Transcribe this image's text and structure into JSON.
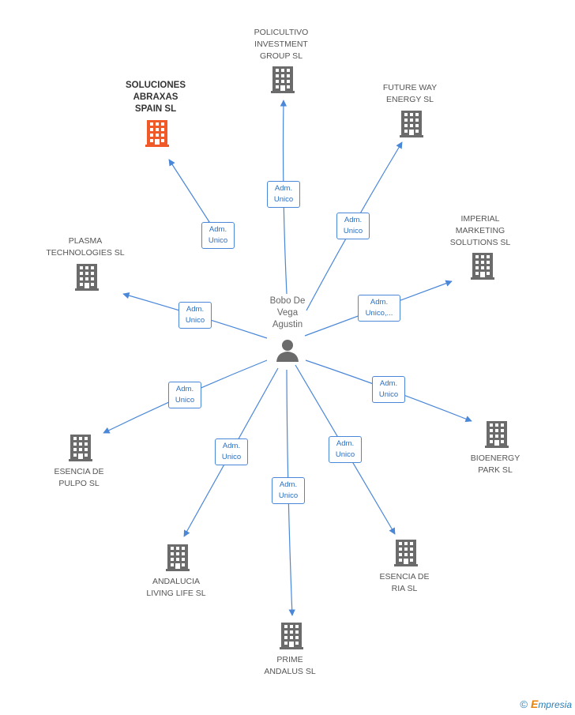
{
  "center": {
    "name": "Bobo De\nVega\nAgustin",
    "icon": "person-icon"
  },
  "colors": {
    "building": "#6b6b6b",
    "highlight": "#f05a28",
    "edge": "#4a87d8"
  },
  "companies": [
    {
      "id": "soluciones",
      "name": "SOLUCIONES\nABRAXAS\nSPAIN SL",
      "highlight": true,
      "role": "Adm.\nUnico"
    },
    {
      "id": "policultivo",
      "name": "POLICULTIVO\nINVESTMENT\nGROUP SL",
      "highlight": false,
      "role": "Adm.\nUnico"
    },
    {
      "id": "futureway",
      "name": "FUTURE WAY\nENERGY SL",
      "highlight": false,
      "role": "Adm.\nUnico"
    },
    {
      "id": "imperial",
      "name": "IMPERIAL\nMARKETING\nSOLUTIONS SL",
      "highlight": false,
      "role": "Adm.\nUnico,..."
    },
    {
      "id": "plasma",
      "name": "PLASMA\nTECHNOLOGIES SL",
      "highlight": false,
      "role": "Adm.\nUnico"
    },
    {
      "id": "bioenergy",
      "name": "BIOENERGY\nPARK SL",
      "highlight": false,
      "role": "Adm.\nUnico"
    },
    {
      "id": "pulpo",
      "name": "ESENCIA DE\nPULPO SL",
      "highlight": false,
      "role": "Adm.\nUnico"
    },
    {
      "id": "ria",
      "name": "ESENCIA DE\nRIA SL",
      "highlight": false,
      "role": "Adm.\nUnico"
    },
    {
      "id": "andalucia",
      "name": "ANDALUCIA\nLIVING LIFE SL",
      "highlight": false,
      "role": "Adm.\nUnico"
    },
    {
      "id": "prime",
      "name": "PRIME\nANDALUS SL",
      "highlight": false,
      "role": "Adm.\nUnico"
    }
  ],
  "footer": {
    "copyright": "©",
    "brand_initial": "E",
    "brand_rest": "mpresia"
  }
}
